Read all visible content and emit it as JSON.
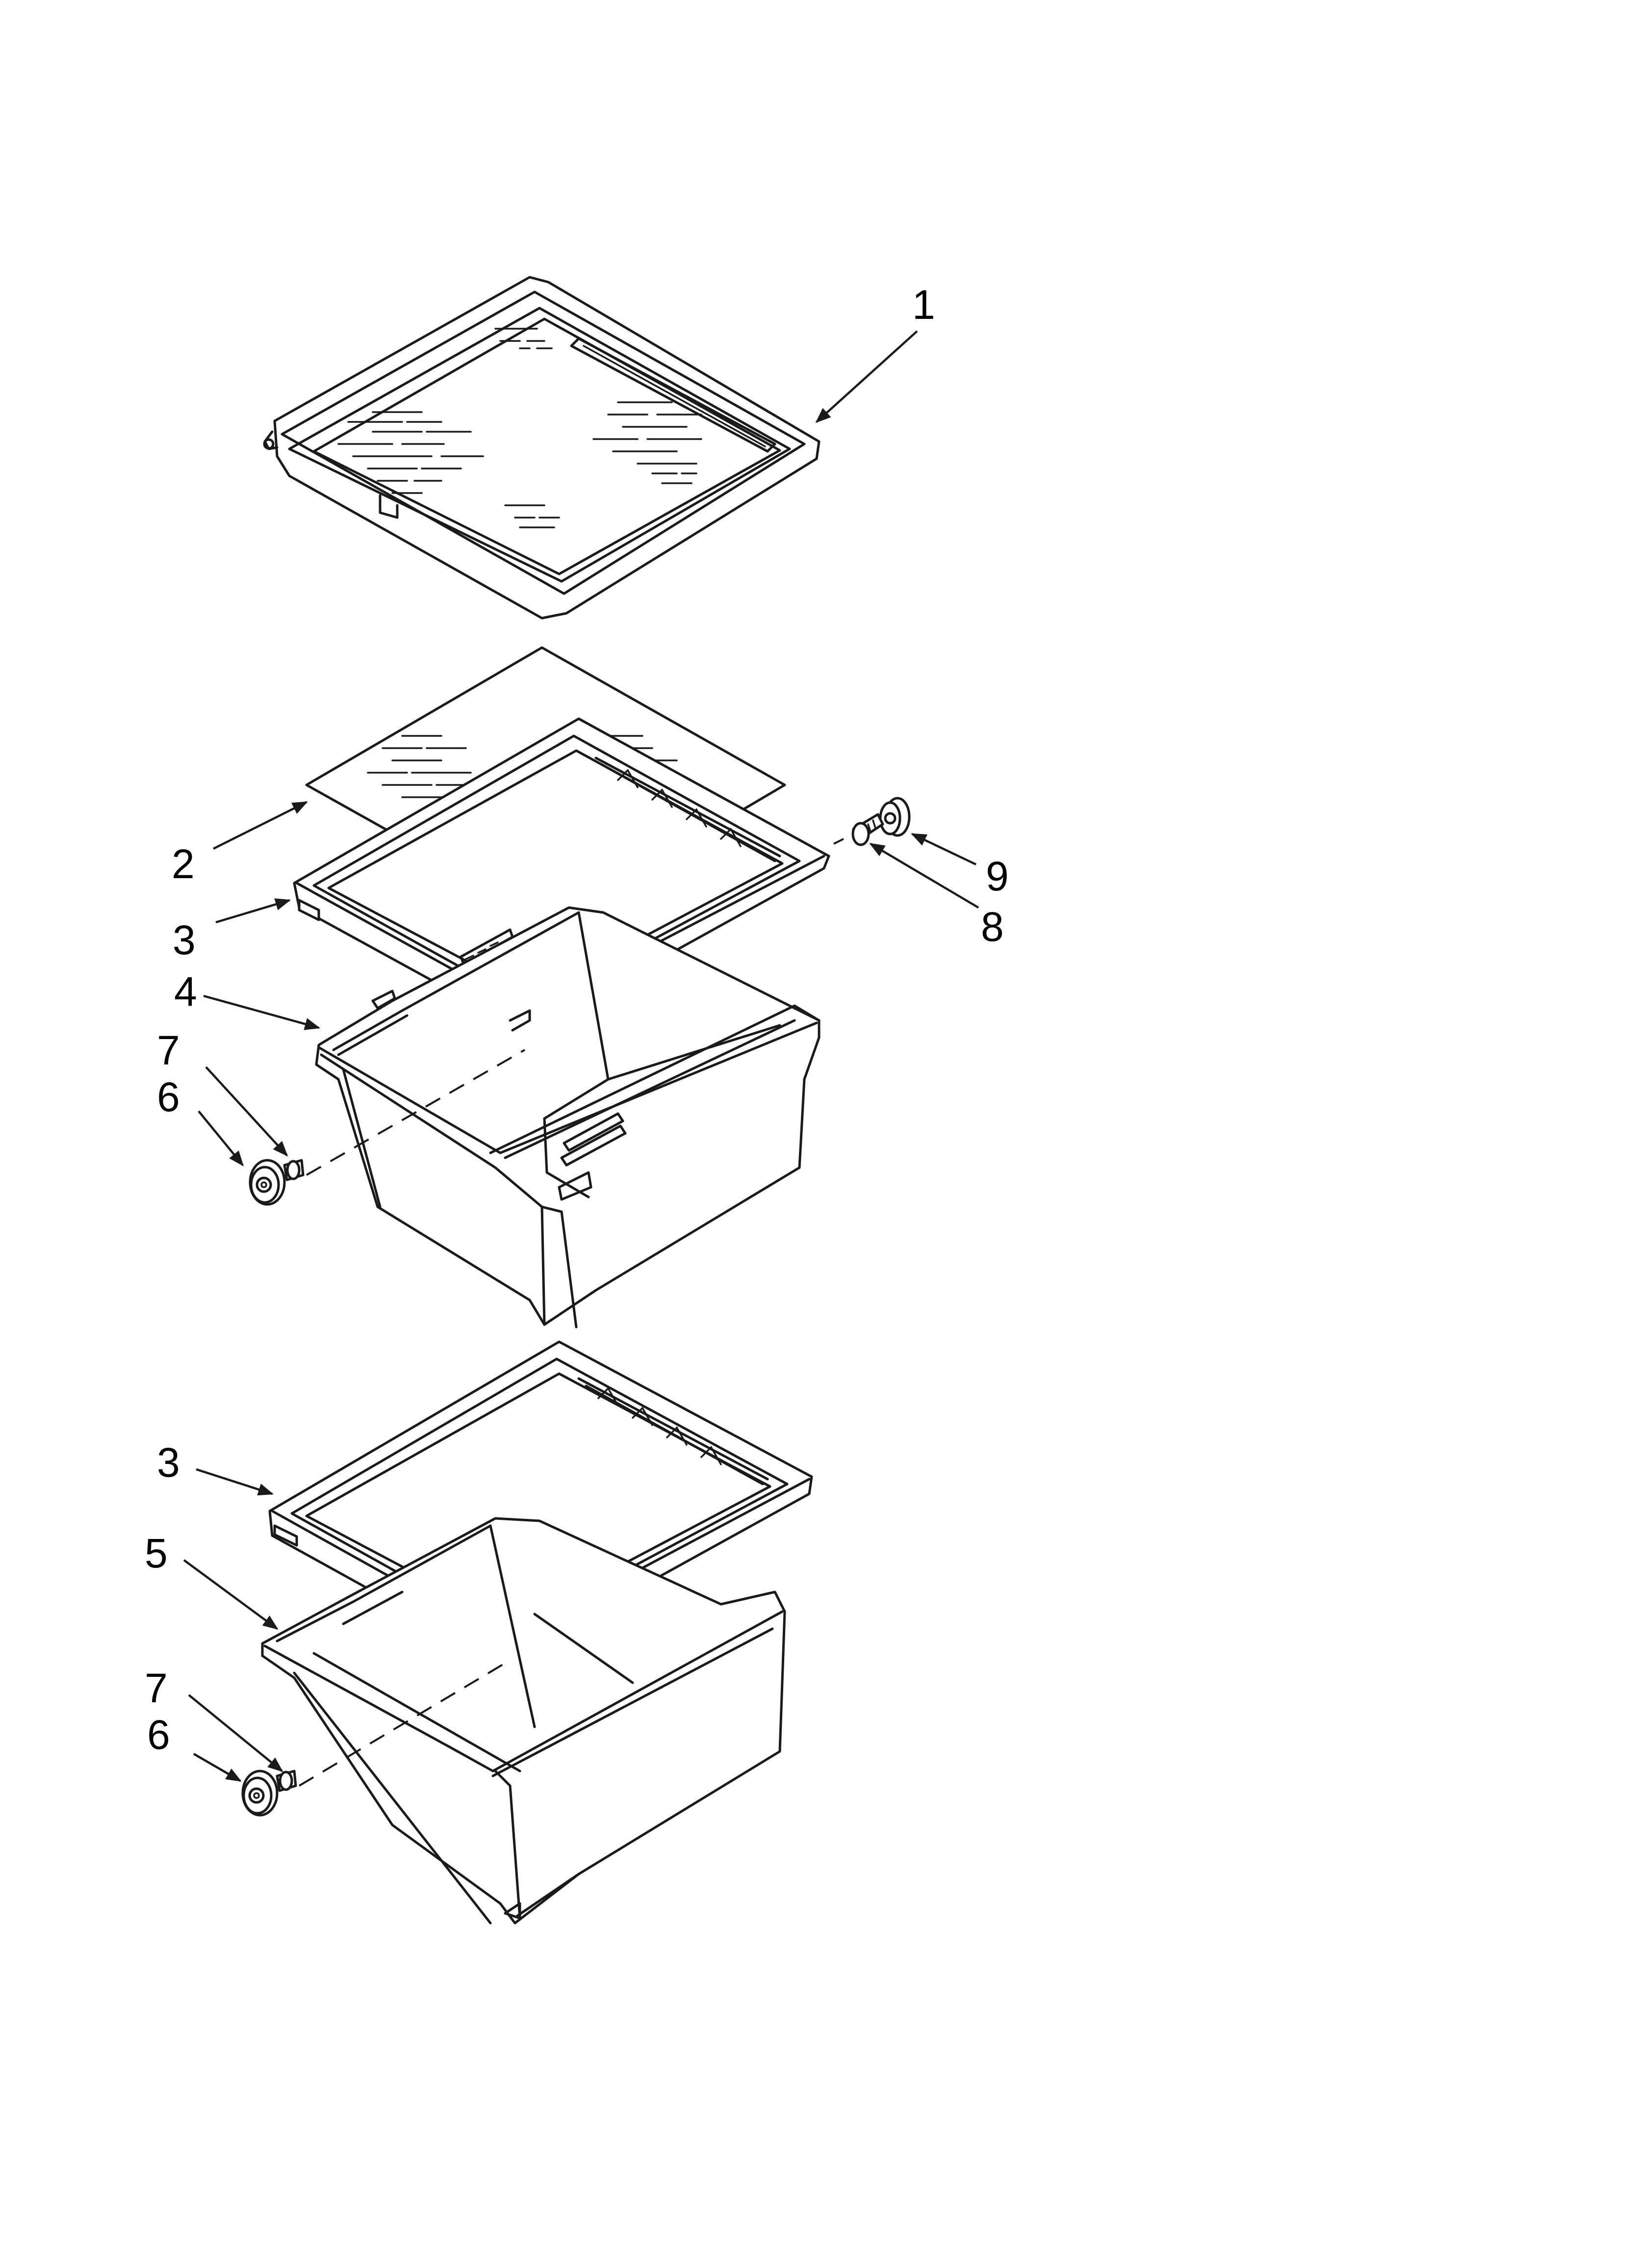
{
  "callouts": [
    {
      "id": "c1",
      "label": "1"
    },
    {
      "id": "c2",
      "label": "2"
    },
    {
      "id": "c3a",
      "label": "3"
    },
    {
      "id": "c4",
      "label": "4"
    },
    {
      "id": "c7a",
      "label": "7"
    },
    {
      "id": "c6a",
      "label": "6"
    },
    {
      "id": "c9",
      "label": "9"
    },
    {
      "id": "c8",
      "label": "8"
    },
    {
      "id": "c3b",
      "label": "3"
    },
    {
      "id": "c5",
      "label": "5"
    },
    {
      "id": "c7b",
      "label": "7"
    },
    {
      "id": "c6b",
      "label": "6"
    }
  ]
}
